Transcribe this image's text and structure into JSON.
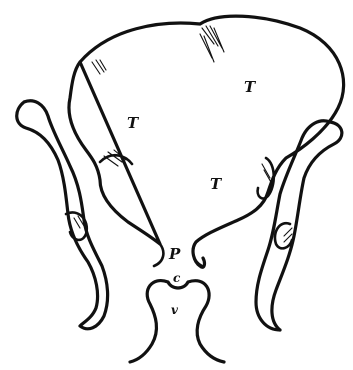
{
  "labels": {
    "upper_right_lobe": "T",
    "left_lobe": "T",
    "lower_right_lobe": "T",
    "peduncle": "P",
    "stem_c": "c",
    "stem_v": "v"
  },
  "colors": {
    "ink": "#111111",
    "background": "#ffffff"
  }
}
